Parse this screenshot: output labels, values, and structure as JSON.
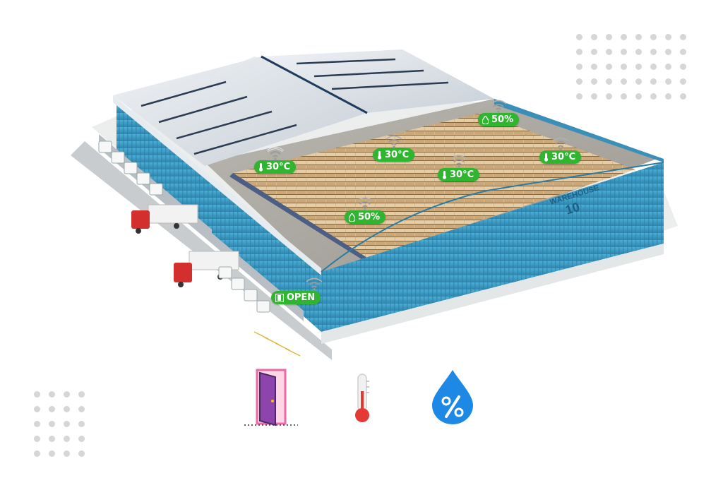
{
  "building": {
    "sign_text": "WAREHOUSE",
    "sign_number": "10"
  },
  "sensors": [
    {
      "name": "temp-sensor-1",
      "type": "temperature",
      "value": "30°C"
    },
    {
      "name": "temp-sensor-2",
      "type": "temperature",
      "value": "30°C"
    },
    {
      "name": "temp-sensor-3",
      "type": "temperature",
      "value": "30°C"
    },
    {
      "name": "temp-sensor-4",
      "type": "temperature",
      "value": "30°C"
    },
    {
      "name": "humidity-sensor-1",
      "type": "humidity",
      "value": "50%"
    },
    {
      "name": "humidity-sensor-2",
      "type": "humidity",
      "value": "50%"
    },
    {
      "name": "door-sensor",
      "type": "door",
      "value": "OPEN"
    }
  ],
  "legend": [
    {
      "icon": "door-icon"
    },
    {
      "icon": "thermometer-icon"
    },
    {
      "icon": "humidity-drop-icon"
    }
  ],
  "colors": {
    "sensor_badge": "#2fb52f",
    "wall": "#3f9ec4",
    "roof": "#dfe4ea",
    "door_frame": "#e86aa8",
    "door_panel": "#8e44ad",
    "thermo_bulb": "#e53935",
    "drop": "#1e88e5"
  }
}
